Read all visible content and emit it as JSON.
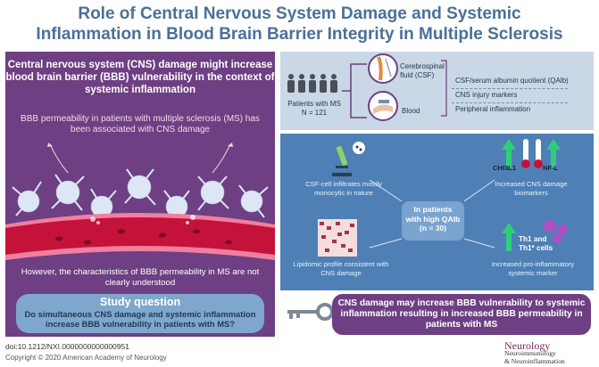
{
  "title": {
    "line1": "Role of Central Nervous System Damage and Systemic",
    "line2": "Inflammation in Blood Brain Barrier Integrity in Multiple Sclerosis"
  },
  "left_panel": {
    "header": "Central nervous system (CNS) damage might increase blood brain barrier (BBB) vulnerability in the context of systemic inflammation",
    "subheader": "BBB permeability in patients with multiple sclerosis (MS) has been associated with CNS damage",
    "bottom_text": "However, the characteristics of BBB permeability in MS are not clearly understood",
    "study_question_title": "Study question",
    "study_question": "Do simultaneous CNS damage and systemic inflammation increase BBB vulnerability in patients with MS?"
  },
  "cohort": {
    "label_line1": "Patients with MS",
    "label_line2": "N = 121",
    "sample1": "Cerebrospinal fluid (CSF)",
    "sample2": "Blood",
    "measure1": "CSF/serum albumin quotient (QAlb)",
    "measure2": "CNS injury markers",
    "measure3": "Peripheral inflammation"
  },
  "findings": {
    "center_line1": "In patients",
    "center_line2": "with high QAlb",
    "center_line3": "(n = 30)",
    "csf": "CSF-cell infiltrates mostly monocytic in nature",
    "biomarkers": "Increased CNS damage biomarkers",
    "marker1": "CHI3L1",
    "marker2": "NF-L",
    "lipid": "Lipidomic profile consistent with CNS damage",
    "th_line1": "Th1 and",
    "th_line2": "Th1* cells",
    "inflam": "Increased pro-inflammatory systemic marker"
  },
  "conclusion": "CNS damage may increase BBB vulnerability to systemic inflammation resulting in increased BBB permeability in patients with MS",
  "footer": {
    "doi": "doi:10.1212/NXI.0000000000000951",
    "copyright": "Copyright © 2020 American Academy of Neurology",
    "logo_line1": "Neurology",
    "logo_line2": "Neuroimmunology",
    "logo_line3": "& Neuroinflammation"
  },
  "colors": {
    "title": "#4a7098",
    "purple": "#6e3f82",
    "light_blue": "#c9d7e6",
    "mid_blue": "#4e80b6",
    "green_arrow": "#2fcf7a"
  }
}
